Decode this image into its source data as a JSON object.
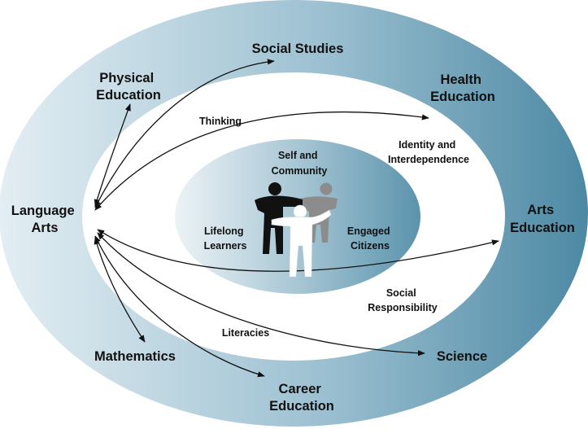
{
  "colors": {
    "outer_dark": "#4d89a4",
    "outer_light": "#e3eef3",
    "inner_dark": "#5b93ac",
    "inner_light": "#edf3f6",
    "text": "#111111",
    "arrow": "#111111"
  },
  "center_icon": "three-people-figures-icon",
  "outer_subjects": {
    "social_studies": "Social Studies",
    "physical_education": [
      "Physical",
      "Education"
    ],
    "health_education": [
      "Health",
      "Education"
    ],
    "language_arts": [
      "Language",
      "Arts"
    ],
    "arts_education": [
      "Arts",
      "Education"
    ],
    "mathematics": "Mathematics",
    "science": "Science",
    "career_education": [
      "Career",
      "Education"
    ]
  },
  "middle_ring": {
    "thinking": "Thinking",
    "identity": [
      "Identity and",
      "Interdependence"
    ],
    "social_responsibility": [
      "Social",
      "Responsibility"
    ],
    "literacies": "Literacies"
  },
  "core": {
    "self_community": [
      "Self and",
      "Community"
    ],
    "lifelong_learners": [
      "Lifelong",
      "Learners"
    ],
    "engaged_citizens": [
      "Engaged",
      "Citizens"
    ]
  }
}
